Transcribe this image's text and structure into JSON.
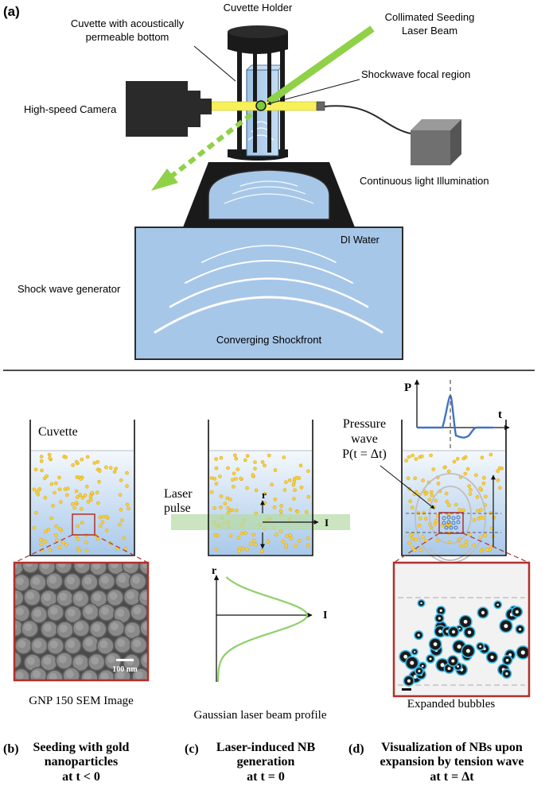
{
  "panel_a": {
    "label": "(a)",
    "cuvette_holder": "Cuvette Holder",
    "cuvette_line1": "Cuvette with acoustically",
    "cuvette_line2": "permeable bottom",
    "laser_line1": "Collimated Seeding",
    "laser_line2": "Laser Beam",
    "focal_region": "Shockwave focal region",
    "camera": "High-speed Camera",
    "illumination": "Continuous light Illumination",
    "di_water": "DI Water",
    "generator": "Shock wave generator",
    "shockfront": "Converging Shockfront"
  },
  "panel_b": {
    "cuvette": "Cuvette",
    "scale_bar": "100 nm",
    "image_caption": "GNP 150 SEM Image",
    "label": "(b)",
    "title_line1": "Seeding with gold",
    "title_line2": "nanoparticles",
    "title_line3": "at t < 0"
  },
  "panel_c": {
    "laser_line1": "Laser",
    "laser_line2": "pulse",
    "axis_r": "r",
    "axis_i": "I",
    "profile_r": "r",
    "profile_i": "I",
    "image_caption": "Gaussian laser beam profile",
    "label": "(c)",
    "title_line1": "Laser-induced NB",
    "title_line2": "generation",
    "title_line3": "at t = 0"
  },
  "panel_d": {
    "axis_p": "P",
    "axis_t": "t",
    "pressure_line1": "Pressure",
    "pressure_line2": "wave",
    "pressure_line3": "P(t = Δt)",
    "image_caption": "Expanded bubbles",
    "label": "(d)",
    "title_line1": "Visualization of NBs upon",
    "title_line2": "expansion by tension wave",
    "title_line3": "at t = Δt"
  }
}
